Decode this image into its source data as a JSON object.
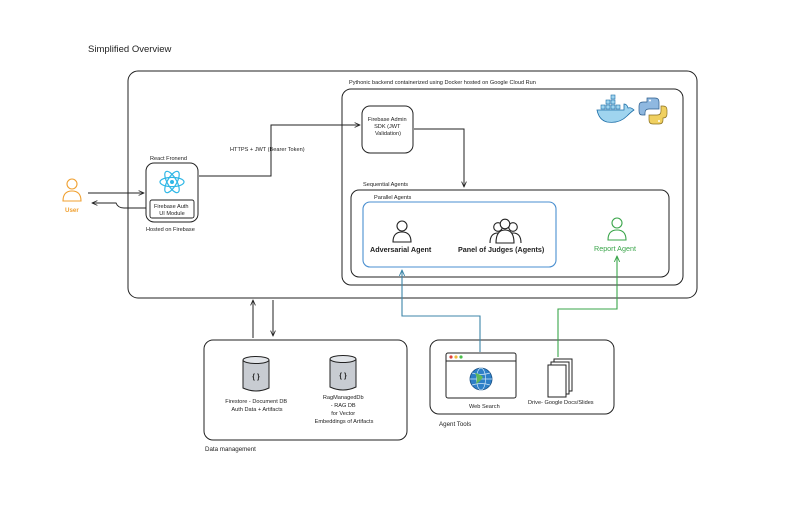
{
  "page": {
    "title": "Simplified Overview"
  },
  "backend": {
    "label": "Pythonic backend containerized using Docker hosted on Google Cloud Run",
    "icons": [
      "docker-logo-icon",
      "python-logo-icon"
    ]
  },
  "user": {
    "label": "User",
    "color": "#f0a030"
  },
  "frontend": {
    "title": "React Fronend",
    "auth_line1": "Firebase Auth",
    "auth_line2": "UI Module",
    "hosted": "Hosted on Firebase",
    "icon": "react-logo-icon",
    "color": "#2fb7e6"
  },
  "connection": {
    "https_label": "HTTPS + JWT (Bearer Token)"
  },
  "firebase_admin": {
    "line1": "Firebase Admin",
    "line2": "SDK (JWT",
    "line3": "Validation)"
  },
  "sequential_agents": {
    "title": "Sequential Agents"
  },
  "parallel_agents": {
    "title": "Parallel Agents",
    "border_color": "#4a8fd0"
  },
  "agents": {
    "adversarial": "Adversarial Agent",
    "panel": "Panel of Judges (Agents)",
    "report": "Report Agent",
    "report_color": "#3aa54a"
  },
  "data_management": {
    "title": "Data management",
    "firestore_line1": "Firestore - Document DB",
    "firestore_line2": "Auth Data + Artifacts",
    "rag_line1": "RagManagedDb",
    "rag_line2": "- RAG DB",
    "rag_line3": "for Vector",
    "rag_line4": "Embeddings of Artifacts",
    "db_glyph": "{ }"
  },
  "agent_tools": {
    "title": "Agent Tools",
    "web_search": "Web Search",
    "drive": "Drive- Google Docs/Slides",
    "web_arrow_color": "#3d86a8",
    "drive_arrow_color": "#3aa54a"
  }
}
